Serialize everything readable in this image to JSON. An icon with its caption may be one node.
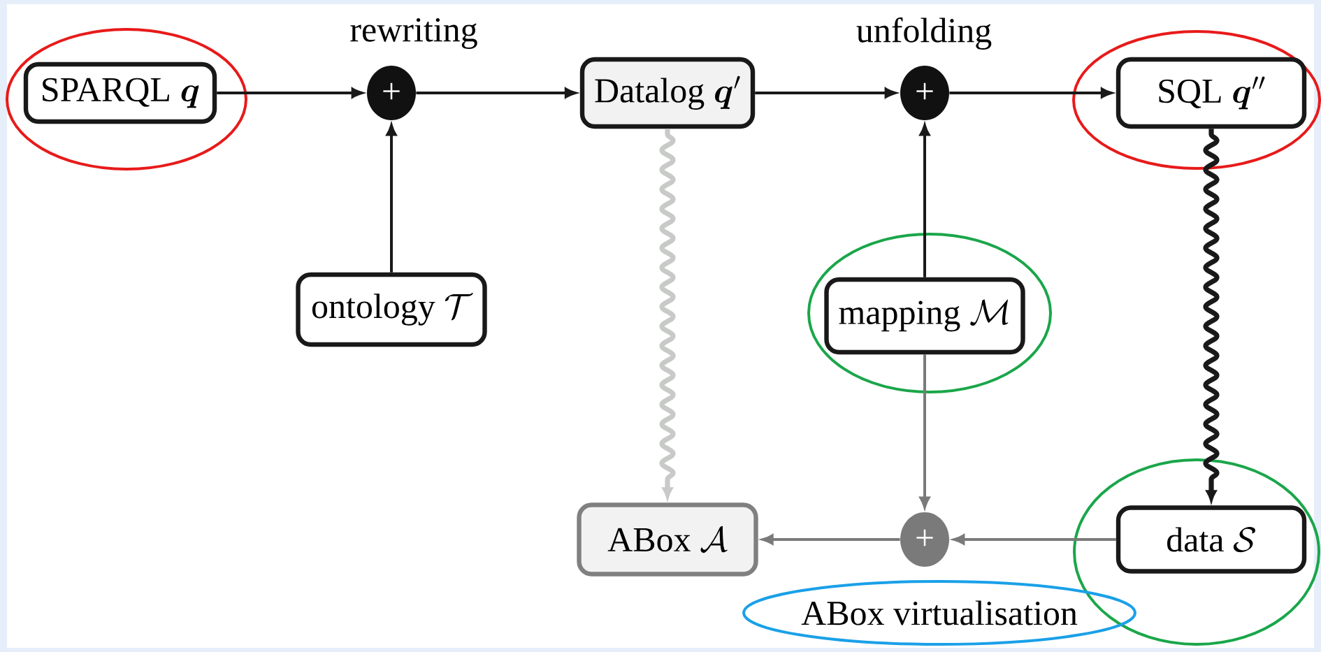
{
  "diagram": {
    "nodes": [
      {
        "text": [],
        "shape": "ellipse"
      },
      {
        "text": [
          "\\text{SPARQL }\\boldsymbol{q}"
        ],
        "in": 0
      },
      {
        "text": [
          "+"
        ],
        "beside": [
          "rewriting"
        ]
      },
      {
        "text": [
          "\\text{Datalog }\\boldsymbol{q}'"
        ]
      },
      {
        "text": [
          "+"
        ],
        "beside": [
          "unfolding"
        ]
      },
      {
        "text": [],
        "shape": "ellipse"
      },
      {
        "text": [
          "\\text{SQL }\\boldsymbol{q}''"
        ],
        "in": 5
      },
      {
        "text": [
          "\\text{ontology }\\mathcal{T}"
        ]
      },
      {
        "text": [],
        "shape": "ellipse"
      },
      {
        "text": [
          "\\text{mapping }\\mathcal{M}"
        ],
        "in": 8
      },
      {
        "text": [
          "\\text{ABox }\\mathcal{A}"
        ]
      },
      {
        "text": [
          "+"
        ]
      },
      {
        "text": [],
        "shape": "ellipse"
      },
      {
        "text": [
          "\\text{data }\\mathcal{S}"
        ],
        "in": 12
      },
      {
        "text": [
          "ABox virtualisation"
        ]
      }
    ],
    "edges": [
      {
        "from": 1,
        "to": 2,
        "arrow": "to"
      },
      {
        "from": 7,
        "to": 2,
        "arrow": "to"
      },
      {
        "from": 2,
        "to": 3,
        "arrow": "to"
      },
      {
        "from": 3,
        "to": 4,
        "arrow": "to"
      },
      {
        "from": 9,
        "to": 4,
        "arrow": "to"
      },
      {
        "from": 4,
        "to": 6,
        "arrow": "to"
      },
      {
        "from": 3,
        "to": 10,
        "arrow": "to",
        "style": "thick",
        "color": "#c8cac8"
      },
      {
        "from": 6,
        "to": 13,
        "arrow": "to",
        "style": "thick"
      },
      {
        "from": 9,
        "to": 11,
        "arrow": "to",
        "color": "#7a7a7a"
      },
      {
        "from": 13,
        "to": 11,
        "arrow": "to",
        "color": "#7a7a7a"
      },
      {
        "from": 11,
        "to": 10,
        "arrow": "to",
        "color": "#7a7a7a"
      }
    ]
  }
}
